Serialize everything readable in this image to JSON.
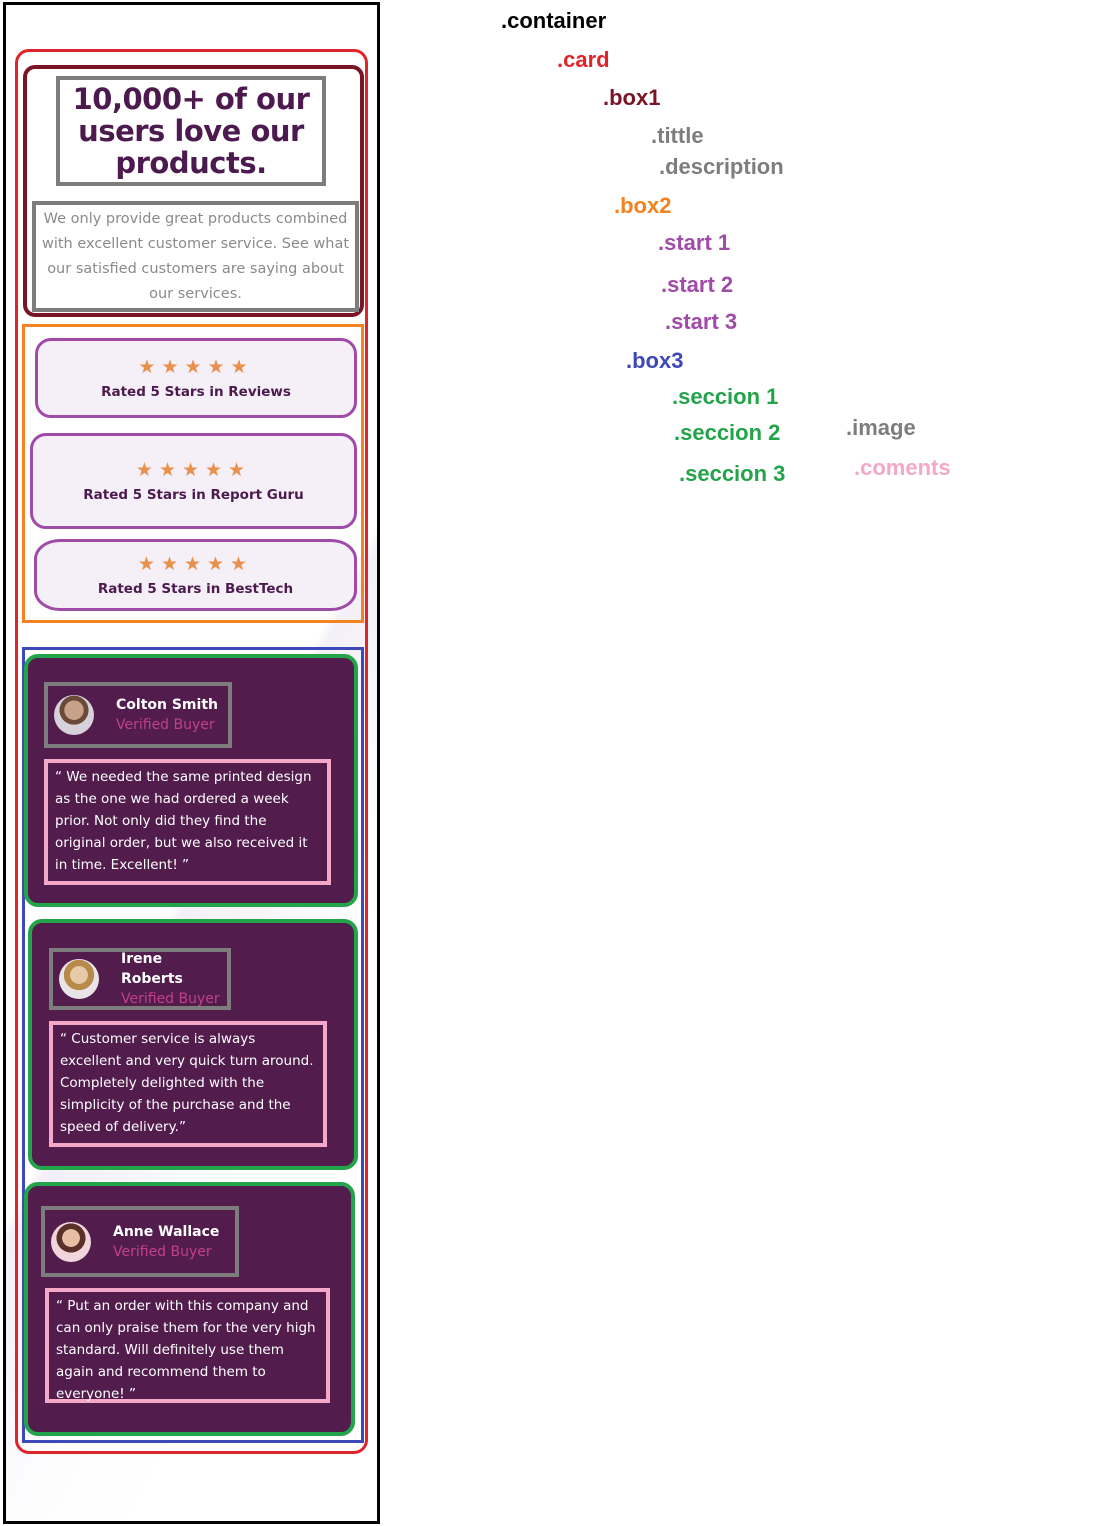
{
  "card": {
    "title": "10,000+ of our users love our products.",
    "description": "We only provide great products combined with excellent customer service. See what our satisfied customers are saying about our services."
  },
  "ratings": [
    {
      "stars": "★★★★★",
      "label": "Rated 5 Stars in Reviews"
    },
    {
      "stars": "★★★★★",
      "label": "Rated 5 Stars in Report Guru"
    },
    {
      "stars": "★★★★★",
      "label": "Rated 5 Stars in BestTech"
    }
  ],
  "testimonials": [
    {
      "name": "Colton Smith",
      "role": "Verified Buyer",
      "comment": "“ We needed the same printed design as the one we had ordered a week prior. Not only did they find the original order, but we also received it in time. Excellent! ”"
    },
    {
      "name": "Irene Roberts",
      "role": "Verified Buyer",
      "comment": "“ Customer service is always excellent and very quick turn around. Completely delighted with the simplicity of the purchase and the speed of delivery.”"
    },
    {
      "name": "Anne Wallace",
      "role": "Verified Buyer",
      "comment": "“ Put an order with this company and can only praise them for the very high standard. Will definitely use them again and recommend them to everyone! ”"
    }
  ],
  "legend": {
    "container": ".container",
    "card": ".card",
    "box1": ".box1",
    "tittle": ".tittle",
    "description": ".description",
    "box2": ".box2",
    "start1": ".start 1",
    "start2": ".start 2",
    "start3": ".start 3",
    "box3": ".box3",
    "seccion1": ".seccion 1",
    "seccion2": ".seccion 2",
    "seccion3": ".seccion 3",
    "image": ".image",
    "coments": ".coments"
  },
  "colors": {
    "container": "#000000",
    "card": "#e0242b",
    "box1": "#7a1526",
    "tittle": "#7d7d7d",
    "box2": "#f58220",
    "start": "#a04ba8",
    "box3": "#3d49b8",
    "seccion": "#23a44a",
    "coments": "#f5a7c8"
  }
}
